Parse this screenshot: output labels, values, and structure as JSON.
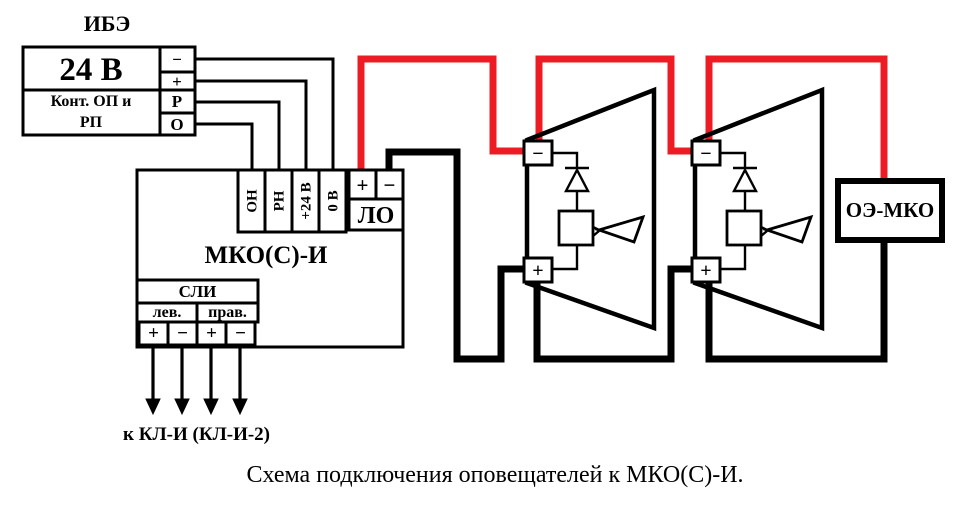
{
  "colors": {
    "positive_wire": "#ed1c24",
    "negative_wire": "#000000"
  },
  "ibe": {
    "title": "ИБЭ",
    "voltage": "24 В",
    "contact_line1": "Конт. ОП и",
    "contact_line2": "РП",
    "terminals": [
      "−",
      "+",
      "Р",
      "О"
    ]
  },
  "mko": {
    "title": "МКО(С)-И",
    "top_terminals": [
      "ОН",
      "РН",
      "+24 В",
      "0 В"
    ],
    "lo": {
      "plus": "+",
      "minus": "−",
      "label": "ЛО"
    },
    "sli": {
      "label": "СЛИ",
      "left": "лев.",
      "right": "прав.",
      "terminals": [
        "+",
        "−",
        "+",
        "−"
      ]
    }
  },
  "sounders": {
    "first": {
      "minus": "−",
      "plus": "+"
    },
    "second": {
      "minus": "−",
      "plus": "+"
    }
  },
  "oe_mko": {
    "label": "ОЭ-МКО"
  },
  "kl_note": "к КЛ-И (КЛ-И-2)",
  "caption": "Схема подключения оповещателей к МКО(С)-И."
}
